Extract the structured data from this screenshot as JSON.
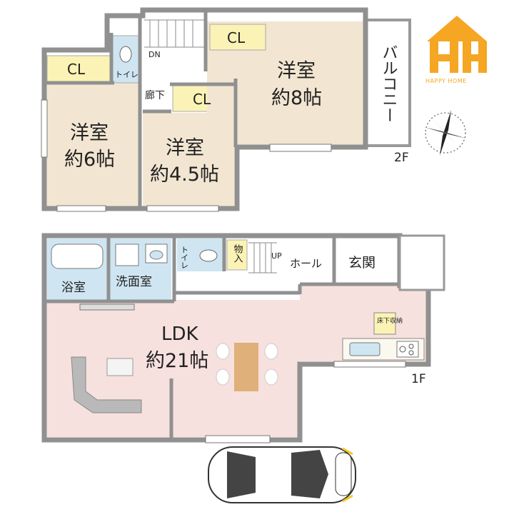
{
  "floor2": {
    "label": "2F",
    "room_west": {
      "name": "洋室",
      "size": "約6帖"
    },
    "room_center": {
      "name": "洋室",
      "size": "約4.5帖"
    },
    "room_east": {
      "name": "洋室",
      "size": "約8帖"
    },
    "closet_west": "CL",
    "closet_center": "CL",
    "closet_east": "CL",
    "toilet": "トイレ",
    "corridor": "廊下",
    "stair_dn": "DN",
    "balcony": "バルコニー"
  },
  "floor1": {
    "label": "1F",
    "ldk": {
      "name": "LDK",
      "size": "約21帖"
    },
    "bath": "浴室",
    "washroom": "洗面室",
    "toilet": "トイレ",
    "storage": "物入",
    "stair_up": "UP",
    "hall": "ホール",
    "entrance": "玄関",
    "underfloor": "床下収納"
  },
  "logo": {
    "text": "HAPPY HOME"
  },
  "colors": {
    "western_room": "#f2e6d2",
    "closet": "#fbf3b5",
    "wet_area": "#cfe6f2",
    "ldk": "#f6e1de",
    "wall": "#909090",
    "logo": "#f5a623"
  }
}
